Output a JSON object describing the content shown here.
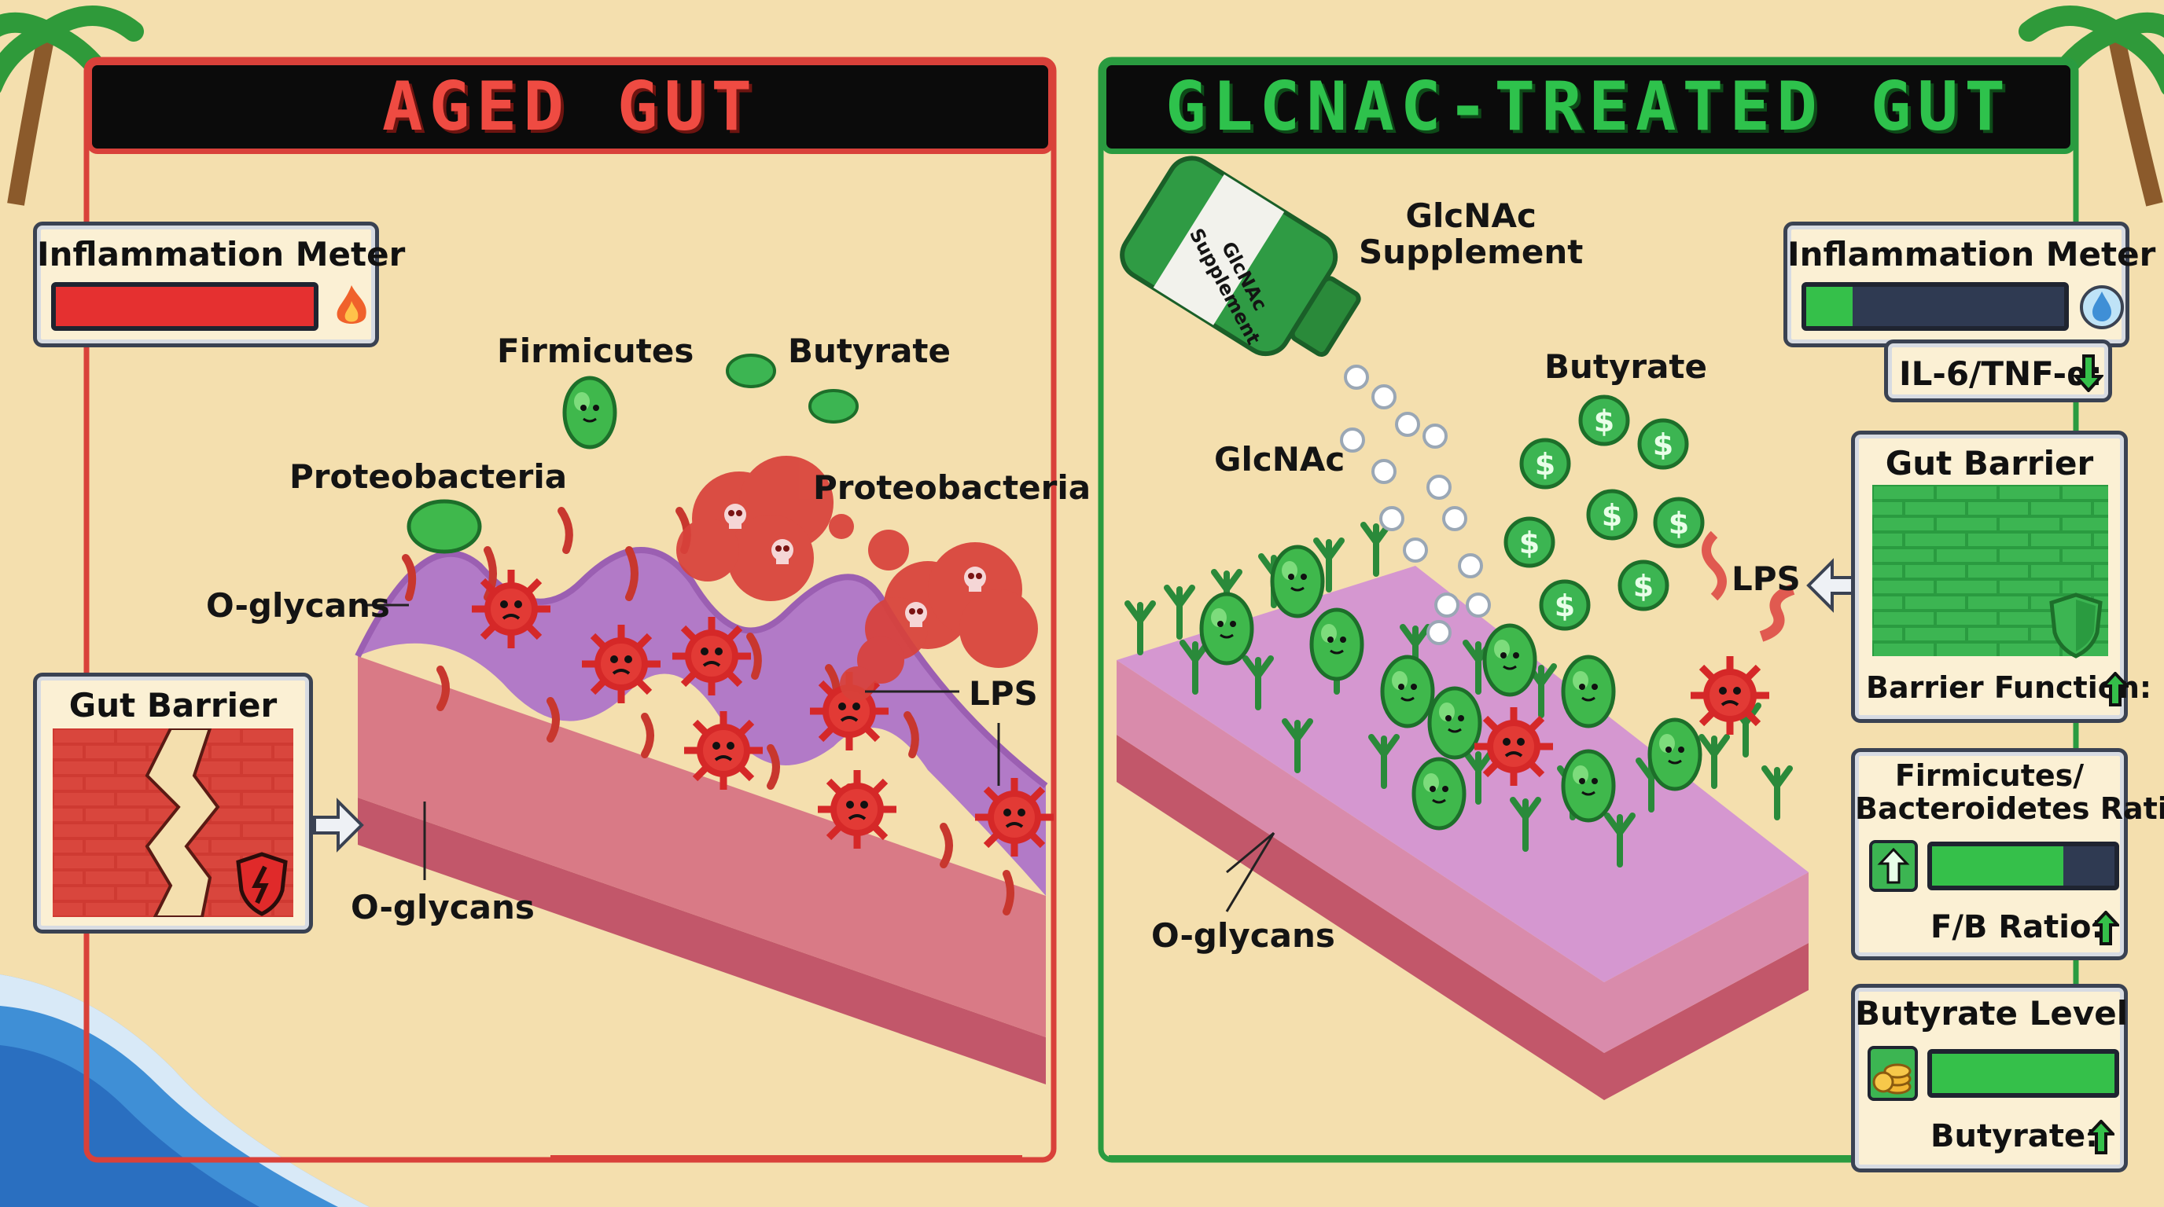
{
  "titles": {
    "left": "AGED GUT",
    "right": "GLCNAC-TREATED GUT"
  },
  "left_panel": {
    "inflammation_meter": {
      "title": "Inflammation Meter",
      "level": 1.0,
      "color": "#e53030",
      "icon": "fire-icon"
    },
    "gut_barrier": {
      "title": "Gut Barrier",
      "state": "broken",
      "icon": "broken-shield-icon"
    },
    "labels": {
      "firmicutes": "Firmicutes",
      "butyrate": "Butyrate",
      "proteobacteria_1": "Proteobacteria",
      "proteobacteria_2": "Proteobacteria",
      "oglycans_top": "O-glycans",
      "oglycans_bottom": "O-glycans",
      "lps": "LPS"
    }
  },
  "right_panel": {
    "supplement_label": "GlcNAc\nSupplement",
    "bottle_text": "GlcNAc Supplement",
    "labels": {
      "glcnac": "GlcNAc",
      "butyrate": "Butyrate",
      "lps": "LPS",
      "oglycans": "O-glycans"
    },
    "inflammation_meter": {
      "title": "Inflammation Meter",
      "level": 0.18,
      "color": "#35c04a",
      "icon": "water-drop-icon",
      "stat": "IL-6/TNF-α:",
      "arrow": "down-arrow-icon"
    },
    "gut_barrier": {
      "title": "Gut Barrier",
      "state": "intact",
      "icon": "shield-icon",
      "stat": "Barrier Function:",
      "arrow": "up-arrow-icon"
    },
    "fb_ratio": {
      "title_line1": "Firmicutes/",
      "title_line2": "Bacteroidetes Ratio",
      "level": 0.72,
      "stat": "F/B Ratio:",
      "arrow": "up-arrow-icon"
    },
    "butyrate_level": {
      "title": "Butyrate Level",
      "level": 1.0,
      "stat": "Butyrate:",
      "arrow": "up-arrow-icon",
      "icon": "coins-icon"
    }
  },
  "colors": {
    "aged": "#d9413a",
    "treated": "#2a9b40",
    "sand": "#f4dfae",
    "sea": "#3f8fd6"
  }
}
